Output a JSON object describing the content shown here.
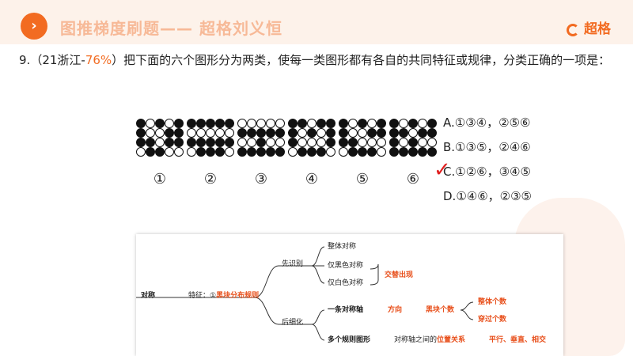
{
  "header": {
    "arrow": "›",
    "title": "图推梯度刷题—— 超格刘义恒",
    "brand": "超格"
  },
  "question": {
    "number": "9.",
    "source_prefix": "（21浙江-",
    "accuracy": "76%",
    "source_suffix": "）",
    "text": "把下面的六个图形分为两类，使每一类图形都有各自的共同特征或规律，分类正确的一项是："
  },
  "boards": [
    {
      "label": "①",
      "cells": [
        "bwbwb",
        "bwwbb",
        "bbwbb",
        "wbbww"
      ]
    },
    {
      "label": "②",
      "cells": [
        "bbbbb",
        "wwwww",
        "bbbbb",
        "wbbbw"
      ]
    },
    {
      "label": "③",
      "cells": [
        "wwwww",
        "bbbbb",
        "wwbww",
        "bbbbb"
      ]
    },
    {
      "label": "④",
      "cells": [
        "bbwbb",
        "bwbwb",
        "bwwwb",
        "wbbbw"
      ]
    },
    {
      "label": "⑤",
      "cells": [
        "bwbwb",
        "bwwbb",
        "bbwww",
        "wbbbw"
      ]
    },
    {
      "label": "⑥",
      "cells": [
        "bwbwb",
        "bbwbb",
        "bwbww",
        "bbbbb"
      ]
    }
  ],
  "options": [
    "A.①③④，②⑤⑥",
    "B.①③⑤，②④⑥",
    "C.①②⑥，③④⑤",
    "D.①④⑥，②③⑤"
  ],
  "check_mark": "✓",
  "mindmap": {
    "root": "对称",
    "feature_label": "特征：①",
    "feature_value": "黑块分布规则",
    "first": "先识别",
    "first_items": [
      "整体对称",
      "仅黑色对称",
      "仅白色对称"
    ],
    "alternate": "交替出现",
    "later": "后细化",
    "axis_one": "一条对称轴",
    "direction": "方向",
    "black_count": "黑块个数",
    "whole_count": "整体个数",
    "through_count": "穿过个数",
    "multi": "多个规则图形",
    "relation_prefix": "对称轴之间的",
    "relation_value": "位置关系",
    "relations": "平行、垂直、相交"
  },
  "colors": {
    "accent": "#f26b21",
    "header_bg": "#fdf2ea",
    "mind_red": "#e8501c"
  }
}
